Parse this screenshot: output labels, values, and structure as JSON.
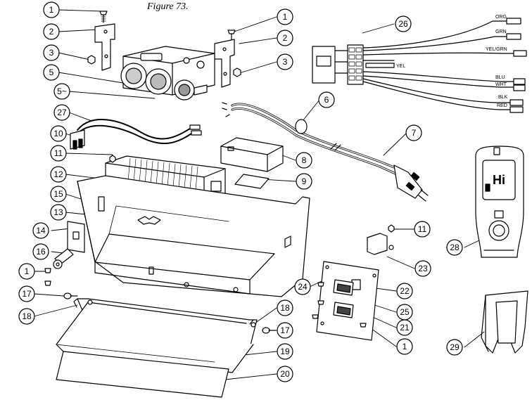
{
  "figure_title": "Figure 73.",
  "wire_labels": [
    "ORG",
    "GRN",
    "YEL/GRN",
    "YEL",
    "BLU",
    "WHT",
    "BLK",
    "RED"
  ],
  "remote_display": "Hi",
  "callouts": [
    {
      "id": "c1a",
      "label": "1"
    },
    {
      "id": "c2a",
      "label": "2"
    },
    {
      "id": "c3a",
      "label": "3"
    },
    {
      "id": "c5",
      "label": "5"
    },
    {
      "id": "c5b",
      "label": "5~"
    },
    {
      "id": "c27",
      "label": "27"
    },
    {
      "id": "c10",
      "label": "10"
    },
    {
      "id": "c11a",
      "label": "11"
    },
    {
      "id": "c12",
      "label": "12"
    },
    {
      "id": "c15",
      "label": "15"
    },
    {
      "id": "c13",
      "label": "13"
    },
    {
      "id": "c14",
      "label": "14"
    },
    {
      "id": "c16",
      "label": "16"
    },
    {
      "id": "c1b",
      "label": "1"
    },
    {
      "id": "c17a",
      "label": "17"
    },
    {
      "id": "c18a",
      "label": "18"
    },
    {
      "id": "c1c",
      "label": "1"
    },
    {
      "id": "c2b",
      "label": "2"
    },
    {
      "id": "c3b",
      "label": "3"
    },
    {
      "id": "c26",
      "label": "26"
    },
    {
      "id": "c6",
      "label": "6"
    },
    {
      "id": "c7",
      "label": "7"
    },
    {
      "id": "c8",
      "label": "8"
    },
    {
      "id": "c9",
      "label": "9"
    },
    {
      "id": "c11b",
      "label": "11"
    },
    {
      "id": "c28",
      "label": "28"
    },
    {
      "id": "c23",
      "label": "23"
    },
    {
      "id": "c24",
      "label": "24"
    },
    {
      "id": "c22",
      "label": "22"
    },
    {
      "id": "c25",
      "label": "25"
    },
    {
      "id": "c21",
      "label": "21"
    },
    {
      "id": "c1d",
      "label": "1"
    },
    {
      "id": "c18b",
      "label": "18"
    },
    {
      "id": "c17b",
      "label": "17"
    },
    {
      "id": "c19",
      "label": "19"
    },
    {
      "id": "c20",
      "label": "20"
    },
    {
      "id": "c29",
      "label": "29"
    }
  ]
}
